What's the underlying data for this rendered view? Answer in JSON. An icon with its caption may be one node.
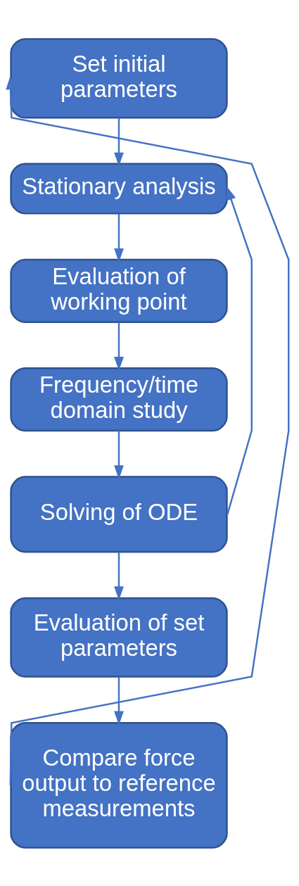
{
  "diagram": {
    "nodes": [
      {
        "text": [
          "Set initial parameters"
        ]
      },
      {
        "text": [
          "Stationary analysis"
        ]
      },
      {
        "text": [
          "Evaluation of working point"
        ]
      },
      {
        "text": [
          "Frequency/time domain study"
        ]
      },
      {
        "text": [
          "Solving of ODE"
        ]
      },
      {
        "text": [
          "Evaluation of set parameters"
        ]
      },
      {
        "text": [
          "Compare force output to reference measurements"
        ]
      }
    ],
    "edges": [
      {
        "from": 0,
        "to": 1,
        "arrow": "to"
      },
      {
        "from": 1,
        "to": 2,
        "arrow": "to"
      },
      {
        "from": 2,
        "to": 3,
        "arrow": "to"
      },
      {
        "from": 3,
        "to": 4,
        "arrow": "to"
      },
      {
        "from": 4,
        "to": 5,
        "arrow": "to"
      },
      {
        "from": 5,
        "to": 6,
        "arrow": "to"
      },
      {
        "from": 4,
        "to": 1,
        "arrow": "to"
      },
      {
        "from": 6,
        "to": 0,
        "arrow": "to"
      }
    ]
  }
}
